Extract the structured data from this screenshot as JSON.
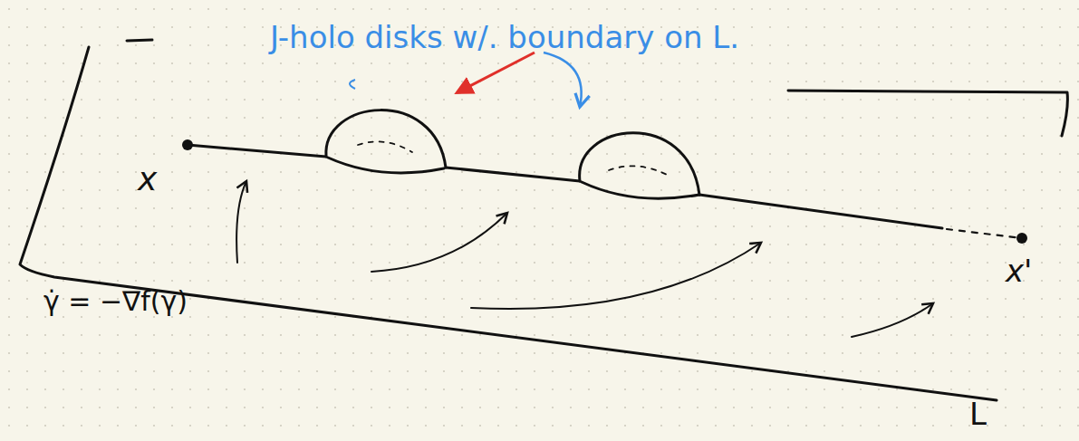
{
  "diagram": {
    "labels": [
      "J-holo disks w/. boundary on L.",
      "x",
      "γ̇ = −∇f(γ)",
      "x'",
      "L"
    ]
  }
}
